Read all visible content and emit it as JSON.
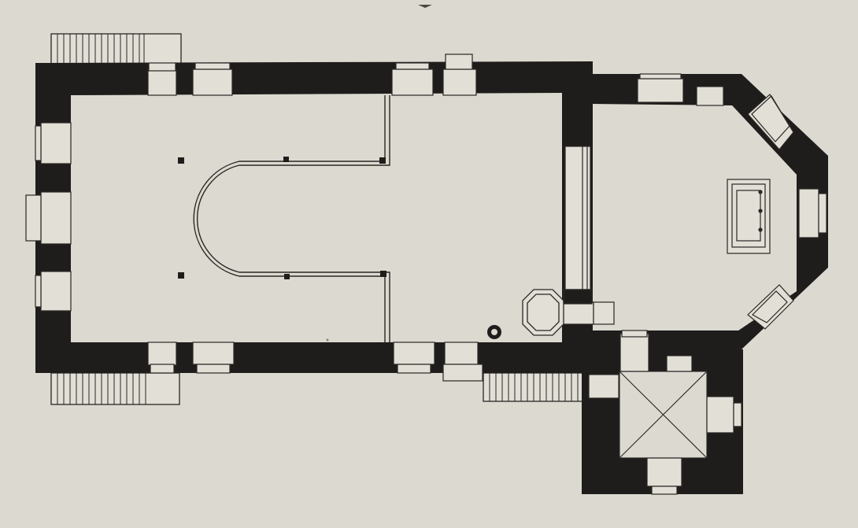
{
  "diagram": {
    "type": "architectural-floor-plan",
    "colors": {
      "paper": "#dcd9d1",
      "wall": "#1f1d1b",
      "line": "#2a2724",
      "opening": "#e2dfd7"
    },
    "parts": [
      "nave",
      "choir",
      "tower",
      "stairs",
      "pulpit",
      "font",
      "altar"
    ]
  }
}
